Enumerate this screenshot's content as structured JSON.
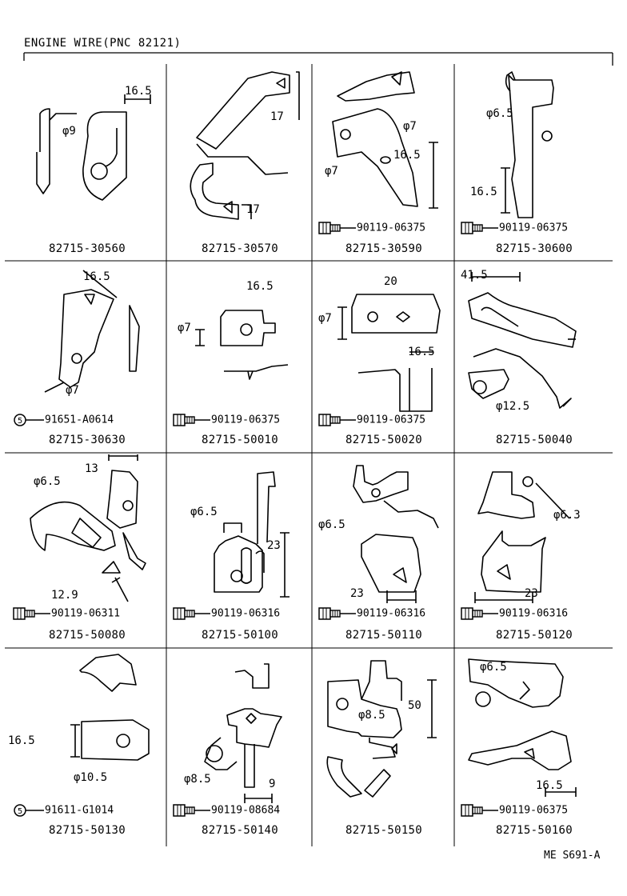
{
  "title": "ENGINE WIRE(PNC 82121)",
  "footer": "ME S691-A",
  "parts": [
    {
      "pn": "82715-30560",
      "dims": [
        "16.5",
        "φ9"
      ]
    },
    {
      "pn": "82715-30570",
      "dims": [
        "17",
        "17"
      ]
    },
    {
      "pn": "82715-30590",
      "hw": {
        "type": "bolt",
        "pn": "90119-06375"
      },
      "dims": [
        "φ7",
        "16.5",
        "φ7"
      ]
    },
    {
      "pn": "82715-30600",
      "hw": {
        "type": "bolt",
        "pn": "90119-06375"
      },
      "dims": [
        "φ6.5",
        "16.5"
      ]
    },
    {
      "pn": "82715-30630",
      "hw": {
        "type": "circle",
        "pn": "91651-A0614"
      },
      "dims": [
        "16.5",
        "φ7"
      ]
    },
    {
      "pn": "82715-50010",
      "hw": {
        "type": "bolt",
        "pn": "90119-06375"
      },
      "dims": [
        "φ7",
        "16.5"
      ]
    },
    {
      "pn": "82715-50020",
      "hw": {
        "type": "bolt",
        "pn": "90119-06375"
      },
      "dims": [
        "φ7",
        "20",
        "16.5"
      ]
    },
    {
      "pn": "82715-50040",
      "dims": [
        "41.5",
        "φ12.5"
      ]
    },
    {
      "pn": "82715-50080",
      "hw": {
        "type": "bolt",
        "pn": "90119-06311"
      },
      "dims": [
        "13",
        "φ6.5",
        "12.9"
      ]
    },
    {
      "pn": "82715-50100",
      "hw": {
        "type": "bolt",
        "pn": "90119-06316"
      },
      "dims": [
        "φ6.5",
        "23"
      ]
    },
    {
      "pn": "82715-50110",
      "hw": {
        "type": "bolt",
        "pn": "90119-06316"
      },
      "dims": [
        "φ6.5",
        "23"
      ]
    },
    {
      "pn": "82715-50120",
      "hw": {
        "type": "bolt",
        "pn": "90119-06316"
      },
      "dims": [
        "φ6.3",
        "23"
      ]
    },
    {
      "pn": "82715-50130",
      "hw": {
        "type": "circle",
        "pn": "91611-G1014"
      },
      "dims": [
        "16.5",
        "φ10.5"
      ]
    },
    {
      "pn": "82715-50140",
      "hw": {
        "type": "bolt",
        "pn": "90119-08684"
      },
      "dims": [
        "φ8.5",
        "9"
      ]
    },
    {
      "pn": "82715-50150",
      "dims": [
        "50",
        "φ8.5"
      ]
    },
    {
      "pn": "82715-50160",
      "hw": {
        "type": "bolt",
        "pn": "90119-06375"
      },
      "dims": [
        "φ6.5",
        "16.5"
      ]
    }
  ]
}
